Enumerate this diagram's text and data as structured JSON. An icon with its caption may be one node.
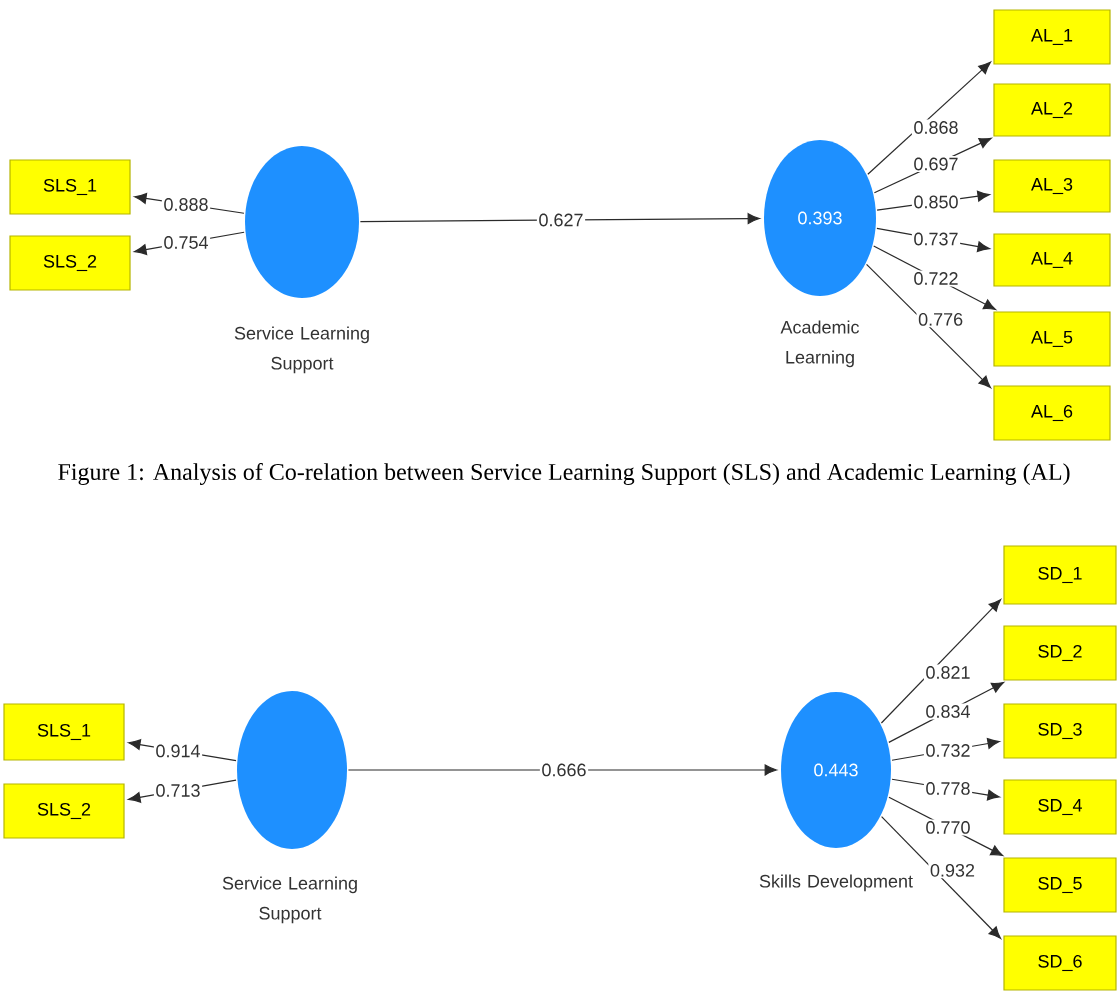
{
  "diagram": {
    "caption": "Figure 1: Analysis of Co-relation between Service Learning Support (SLS) and Academic Learning (AL)",
    "nodes": [
      {
        "text": [
          "SLS_1"
        ]
      },
      {
        "text": [
          "SLS_2"
        ]
      },
      {
        "text": [],
        "shape": "circle",
        "beside": [
          "Service Learning Support"
        ]
      },
      {
        "text": [
          "0.393"
        ],
        "beside": [
          "Academic Learning"
        ]
      },
      {
        "text": [
          "AL_1"
        ]
      },
      {
        "text": [
          "AL_2"
        ]
      },
      {
        "text": [
          "AL_3"
        ]
      },
      {
        "text": [
          "AL_4"
        ]
      },
      {
        "text": [
          "AL_5"
        ]
      },
      {
        "text": [
          "AL_6"
        ]
      },
      {
        "text": [
          "SLS_1"
        ]
      },
      {
        "text": [
          "SLS_2"
        ]
      },
      {
        "text": [],
        "shape": "circle",
        "beside": [
          "Service Learning Support"
        ]
      },
      {
        "text": [
          "0.443"
        ],
        "beside": [
          "Skills Development"
        ]
      },
      {
        "text": [
          "SD_1"
        ]
      },
      {
        "text": [
          "SD_2"
        ]
      },
      {
        "text": [
          "SD_3"
        ]
      },
      {
        "text": [
          "SD_4"
        ]
      },
      {
        "text": [
          "SD_5"
        ]
      },
      {
        "text": [
          "SD_6"
        ]
      }
    ],
    "edges": [
      {
        "from": 2,
        "to": 0,
        "arrow": "to",
        "label": "0.888"
      },
      {
        "from": 2,
        "to": 1,
        "arrow": "to",
        "label": "0.754"
      },
      {
        "from": 2,
        "to": 3,
        "arrow": "to",
        "label": "0.627"
      },
      {
        "from": 3,
        "to": 4,
        "arrow": "to",
        "label": "0.868"
      },
      {
        "from": 3,
        "to": 5,
        "arrow": "to",
        "label": "0.697"
      },
      {
        "from": 3,
        "to": 6,
        "arrow": "to",
        "label": "0.850"
      },
      {
        "from": 3,
        "to": 7,
        "arrow": "to",
        "label": "0.737"
      },
      {
        "from": 3,
        "to": 8,
        "arrow": "to",
        "label": "0.722"
      },
      {
        "from": 3,
        "to": 9,
        "arrow": "to",
        "label": "0.776"
      },
      {
        "from": 12,
        "to": 10,
        "arrow": "to",
        "label": "0.914"
      },
      {
        "from": 12,
        "to": 11,
        "arrow": "to",
        "label": "0.713"
      },
      {
        "from": 12,
        "to": 13,
        "arrow": "to",
        "label": "0.666"
      },
      {
        "from": 13,
        "to": 14,
        "arrow": "to",
        "label": "0.821"
      },
      {
        "from": 13,
        "to": 15,
        "arrow": "to",
        "label": "0.834"
      },
      {
        "from": 13,
        "to": 16,
        "arrow": "to",
        "label": "0.732"
      },
      {
        "from": 13,
        "to": 17,
        "arrow": "to",
        "label": "0.778"
      },
      {
        "from": 13,
        "to": 18,
        "arrow": "to",
        "label": "0.770"
      },
      {
        "from": 13,
        "to": 19,
        "arrow": "to",
        "label": "0.932"
      }
    ]
  }
}
